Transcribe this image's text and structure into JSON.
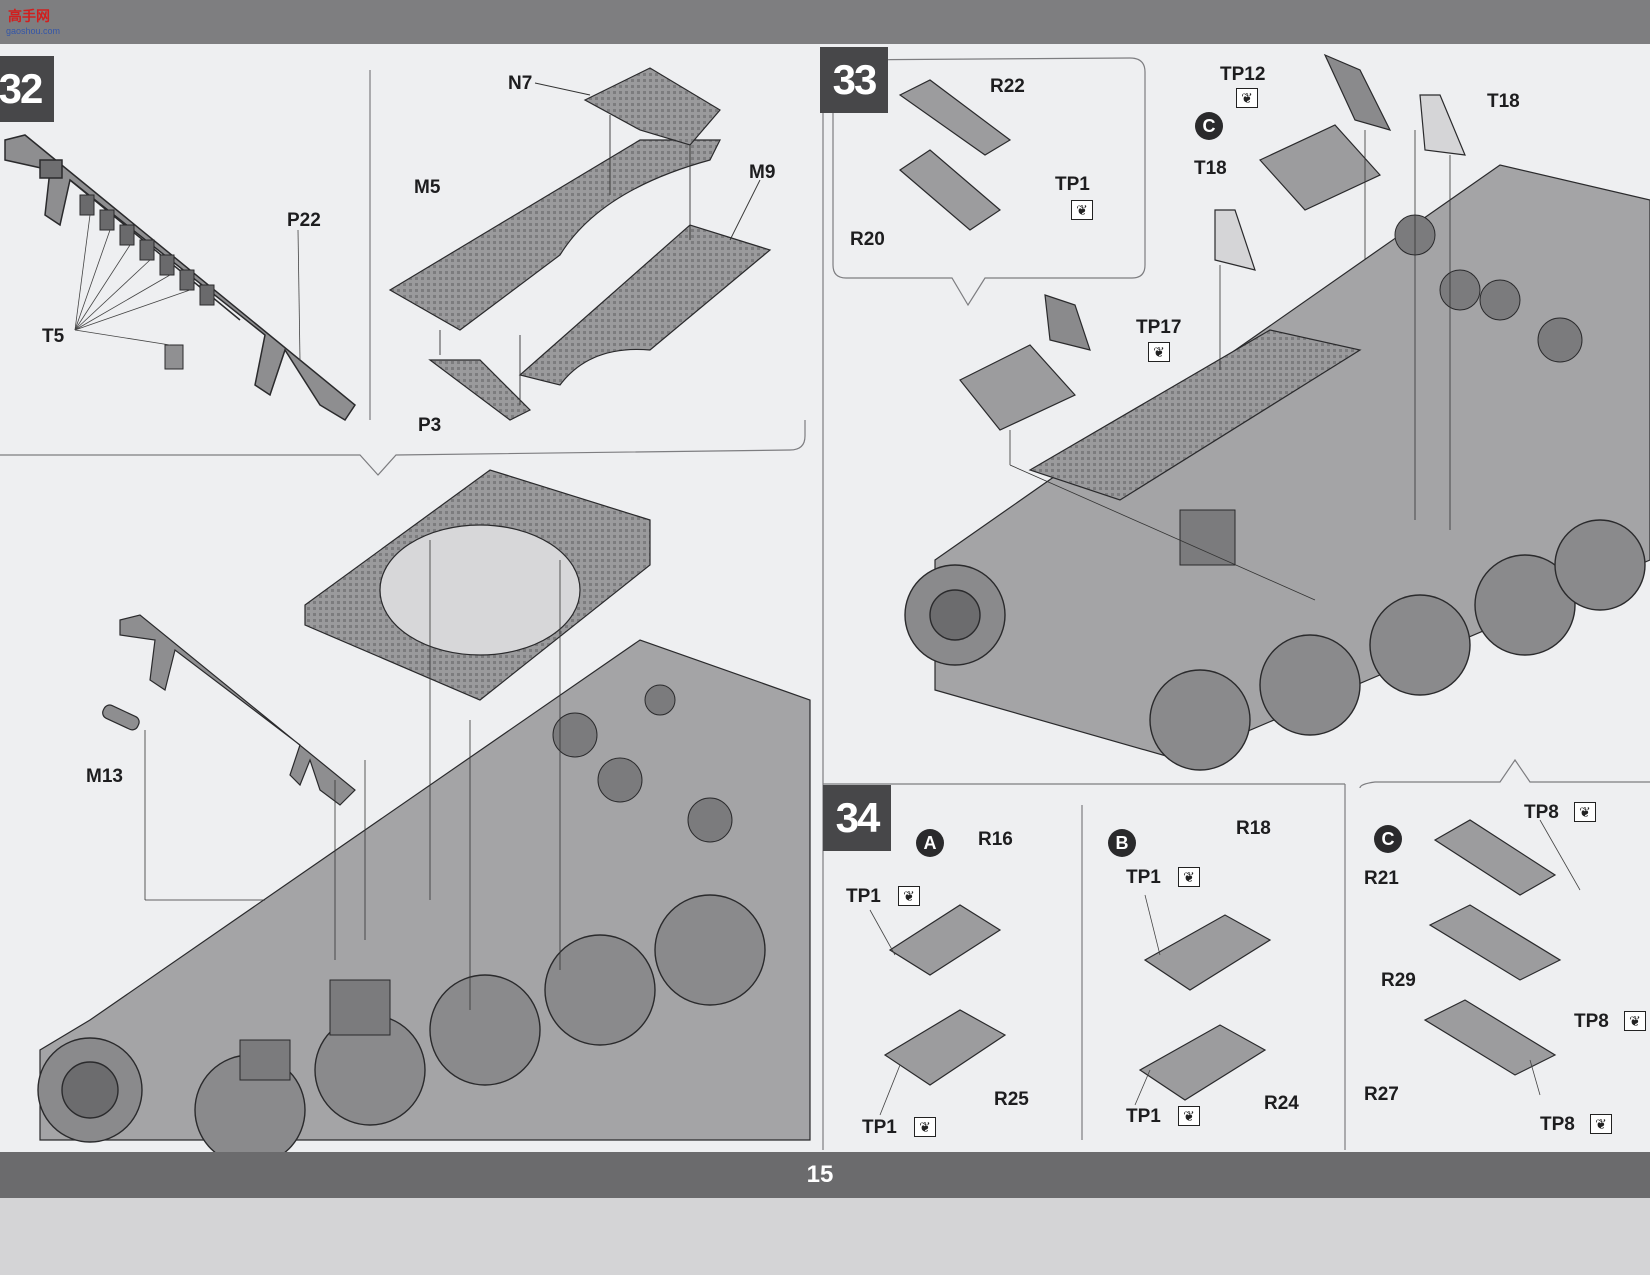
{
  "watermark": {
    "text": "高手网",
    "sub": "gaoshou.com"
  },
  "page_number": "15",
  "steps": {
    "s32": "32",
    "s33": "33",
    "s34": "34"
  },
  "sub_badges": {
    "a": "A",
    "b": "B",
    "c1": "C",
    "c2": "C"
  },
  "glue_icon": "cement-icon",
  "labels": {
    "p22": "P22",
    "t5": "T5",
    "n7": "N7",
    "m5": "M5",
    "m9": "M9",
    "p3": "P3",
    "m13": "M13",
    "r22": "R22",
    "r20": "R20",
    "tp1_33": "TP1",
    "tp12": "TP12",
    "t18a": "T18",
    "t18b": "T18",
    "tp17": "TP17",
    "r16": "R16",
    "tp1_a_top": "TP1",
    "r25": "R25",
    "tp1_a_bot": "TP1",
    "r18": "R18",
    "tp1_b_top": "TP1",
    "r24": "R24",
    "tp1_b_bot": "TP1",
    "tp8_top": "TP8",
    "r21": "R21",
    "r29": "R29",
    "tp8_mid": "TP8",
    "r27": "R27",
    "tp8_bot": "TP8"
  }
}
